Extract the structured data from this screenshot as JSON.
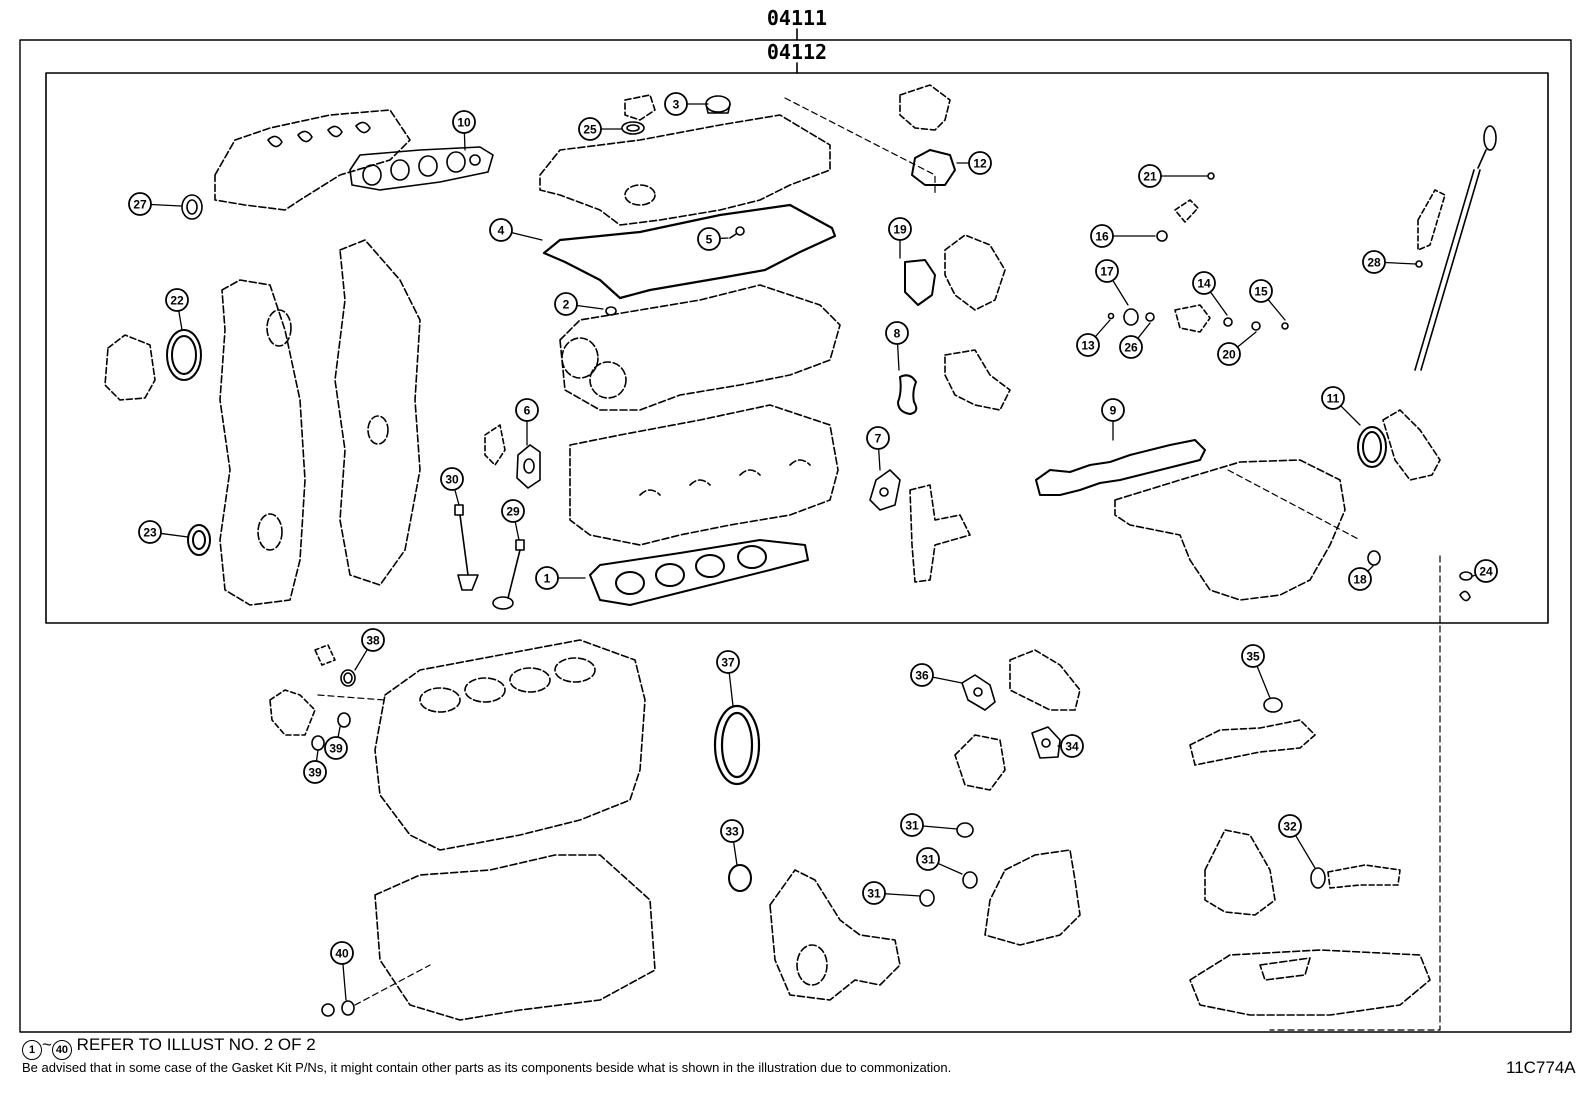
{
  "assembly": {
    "outer_code": "04111",
    "inner_code": "04112"
  },
  "callouts": [
    {
      "id": "1",
      "label": "1"
    },
    {
      "id": "2",
      "label": "2"
    },
    {
      "id": "3",
      "label": "3"
    },
    {
      "id": "4",
      "label": "4"
    },
    {
      "id": "5",
      "label": "5"
    },
    {
      "id": "6",
      "label": "6"
    },
    {
      "id": "7",
      "label": "7"
    },
    {
      "id": "8",
      "label": "8"
    },
    {
      "id": "9",
      "label": "9"
    },
    {
      "id": "10",
      "label": "10"
    },
    {
      "id": "11",
      "label": "11"
    },
    {
      "id": "12",
      "label": "12"
    },
    {
      "id": "13",
      "label": "13"
    },
    {
      "id": "14",
      "label": "14"
    },
    {
      "id": "15",
      "label": "15"
    },
    {
      "id": "16",
      "label": "16"
    },
    {
      "id": "17",
      "label": "17"
    },
    {
      "id": "18",
      "label": "18"
    },
    {
      "id": "19",
      "label": "19"
    },
    {
      "id": "20",
      "label": "20"
    },
    {
      "id": "21",
      "label": "21"
    },
    {
      "id": "22",
      "label": "22"
    },
    {
      "id": "23",
      "label": "23"
    },
    {
      "id": "24",
      "label": "24"
    },
    {
      "id": "25",
      "label": "25"
    },
    {
      "id": "26",
      "label": "26"
    },
    {
      "id": "27",
      "label": "27"
    },
    {
      "id": "28",
      "label": "28"
    },
    {
      "id": "29",
      "label": "29"
    },
    {
      "id": "30",
      "label": "30"
    },
    {
      "id": "31a",
      "label": "31"
    },
    {
      "id": "31b",
      "label": "31"
    },
    {
      "id": "31c",
      "label": "31"
    },
    {
      "id": "32",
      "label": "32"
    },
    {
      "id": "33",
      "label": "33"
    },
    {
      "id": "34",
      "label": "34"
    },
    {
      "id": "35",
      "label": "35"
    },
    {
      "id": "36",
      "label": "36"
    },
    {
      "id": "37",
      "label": "37"
    },
    {
      "id": "38",
      "label": "38"
    },
    {
      "id": "39a",
      "label": "39"
    },
    {
      "id": "39b",
      "label": "39"
    },
    {
      "id": "40",
      "label": "40"
    }
  ],
  "footer": {
    "range_start": "1",
    "range_end": "40",
    "range_tilde": "~",
    "range_text": "REFER TO ILLUST NO. 2 OF 2",
    "note": "Be advised that in some case of the Gasket Kit P/Ns,  it might contain other parts as its components beside what is shown in the illustration due to commonization.",
    "illustration_id": "11C774A"
  }
}
